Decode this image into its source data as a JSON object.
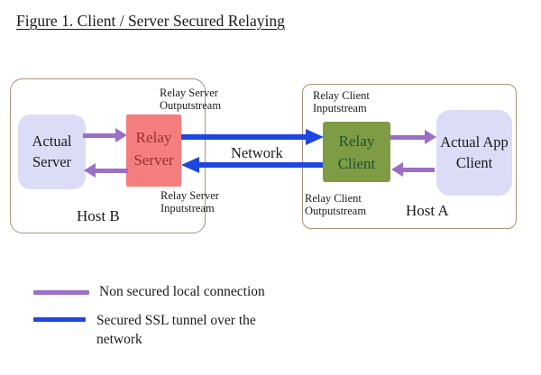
{
  "figure_title": "Figure 1. Client / Server Secured Relaying",
  "colors": {
    "purple": "#9A6FC5",
    "blue": "#1E46E0",
    "lavender": "#DBDCF5",
    "pink": "#F47D7D",
    "pink_text": "#95302E",
    "green": "#7E9C44",
    "green_text": "#1F5130",
    "host_border": "#A79578"
  },
  "hosts": {
    "host_b": {
      "label": "Host B"
    },
    "host_a": {
      "label": "Host A"
    }
  },
  "nodes": {
    "actual_server": {
      "line1": "Actual",
      "line2": "Server"
    },
    "relay_server": {
      "line1": "Relay",
      "line2": "Server"
    },
    "relay_client": {
      "line1": "Relay",
      "line2": "Client"
    },
    "actual_app_client": {
      "line1": "Actual App",
      "line2": "Client"
    }
  },
  "stream_labels": {
    "relay_server_outputstream": {
      "line1": "Relay Server",
      "line2": "Outputstream"
    },
    "relay_server_inputstream": {
      "line1": "Relay Server",
      "line2": "Inputstream"
    },
    "relay_client_inputstream": {
      "line1": "Relay Client",
      "line2": "Inputstream"
    },
    "relay_client_outputstream": {
      "line1": "Relay Client",
      "line2": "Outputstream"
    }
  },
  "network_label": "Network",
  "connections": [
    {
      "from": "Actual Server",
      "to": "Relay Server",
      "type": "non-secured-local",
      "color": "#9A6FC5"
    },
    {
      "from": "Relay Server",
      "to": "Actual Server",
      "type": "non-secured-local",
      "color": "#9A6FC5"
    },
    {
      "from": "Relay Server",
      "to": "Relay Client",
      "type": "secured-ssl-tunnel",
      "label": "Network",
      "color": "#1E46E0"
    },
    {
      "from": "Relay Client",
      "to": "Relay Server",
      "type": "secured-ssl-tunnel",
      "label": "Network",
      "color": "#1E46E0"
    },
    {
      "from": "Relay Client",
      "to": "Actual App Client",
      "type": "non-secured-local",
      "color": "#9A6FC5"
    },
    {
      "from": "Actual App Client",
      "to": "Relay Client",
      "type": "non-secured-local",
      "color": "#9A6FC5"
    }
  ],
  "legend": {
    "items": [
      {
        "color": "#9A6FC5",
        "label": "Non secured local connection"
      },
      {
        "color": "#1E46E0",
        "label": "Secured SSL tunnel over the network"
      }
    ]
  }
}
